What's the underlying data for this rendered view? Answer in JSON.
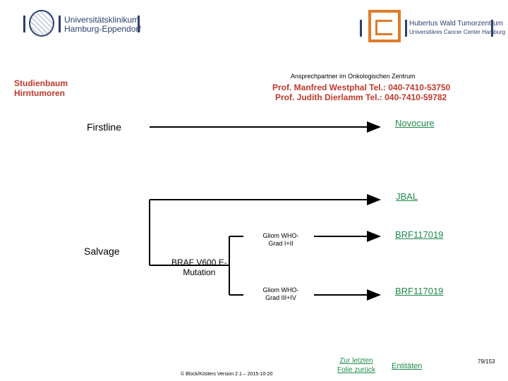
{
  "logos": {
    "left": {
      "line1": "Universitätsklinikum",
      "line2": "Hamburg-Eppendorf"
    },
    "right": {
      "line1": "Hubertus Wald Tumorzentrum",
      "line2": "Universitäres Cancer Center Hamburg"
    }
  },
  "header": {
    "study_tree_line1": "Studienbaum",
    "study_tree_line2": "Hirntumoren",
    "contact_title": "Ansprechpartner im Onkologischen Zentrum",
    "contact1": "Prof. Manfred Westphal Tel.: 040-7410-53750",
    "contact2": "Prof. Judith Dierlamm Tel.: 040-7410-59782"
  },
  "diagram": {
    "firstline_label": "Firstline",
    "novocure_label": "Novocure",
    "salvage_label": "Salvage",
    "jbal_label": "JBAL",
    "braf_line1": "BRAF V600 E-",
    "braf_line2": "Mutation",
    "gliom12_line1": "Gliom WHO-",
    "gliom12_line2": "Grad I+II",
    "brf1_label": "BRF117019",
    "gliom34_line1": "Gliom WHO-",
    "gliom34_line2": "Grad III+IV",
    "brf2_label": "BRF117019"
  },
  "footer": {
    "back_line1": "Zur letzten",
    "back_line2": "Folie zurück",
    "entities": "Entitäten",
    "page": "79/153",
    "copyright": "© Block/Kösters Version 2.1 – 2015-10-20"
  },
  "colors": {
    "accent_red": "#c0392b",
    "link_green": "#1f8a4c",
    "logo_blue": "#2e3f6e",
    "logo_orange": "#e07b2a"
  }
}
